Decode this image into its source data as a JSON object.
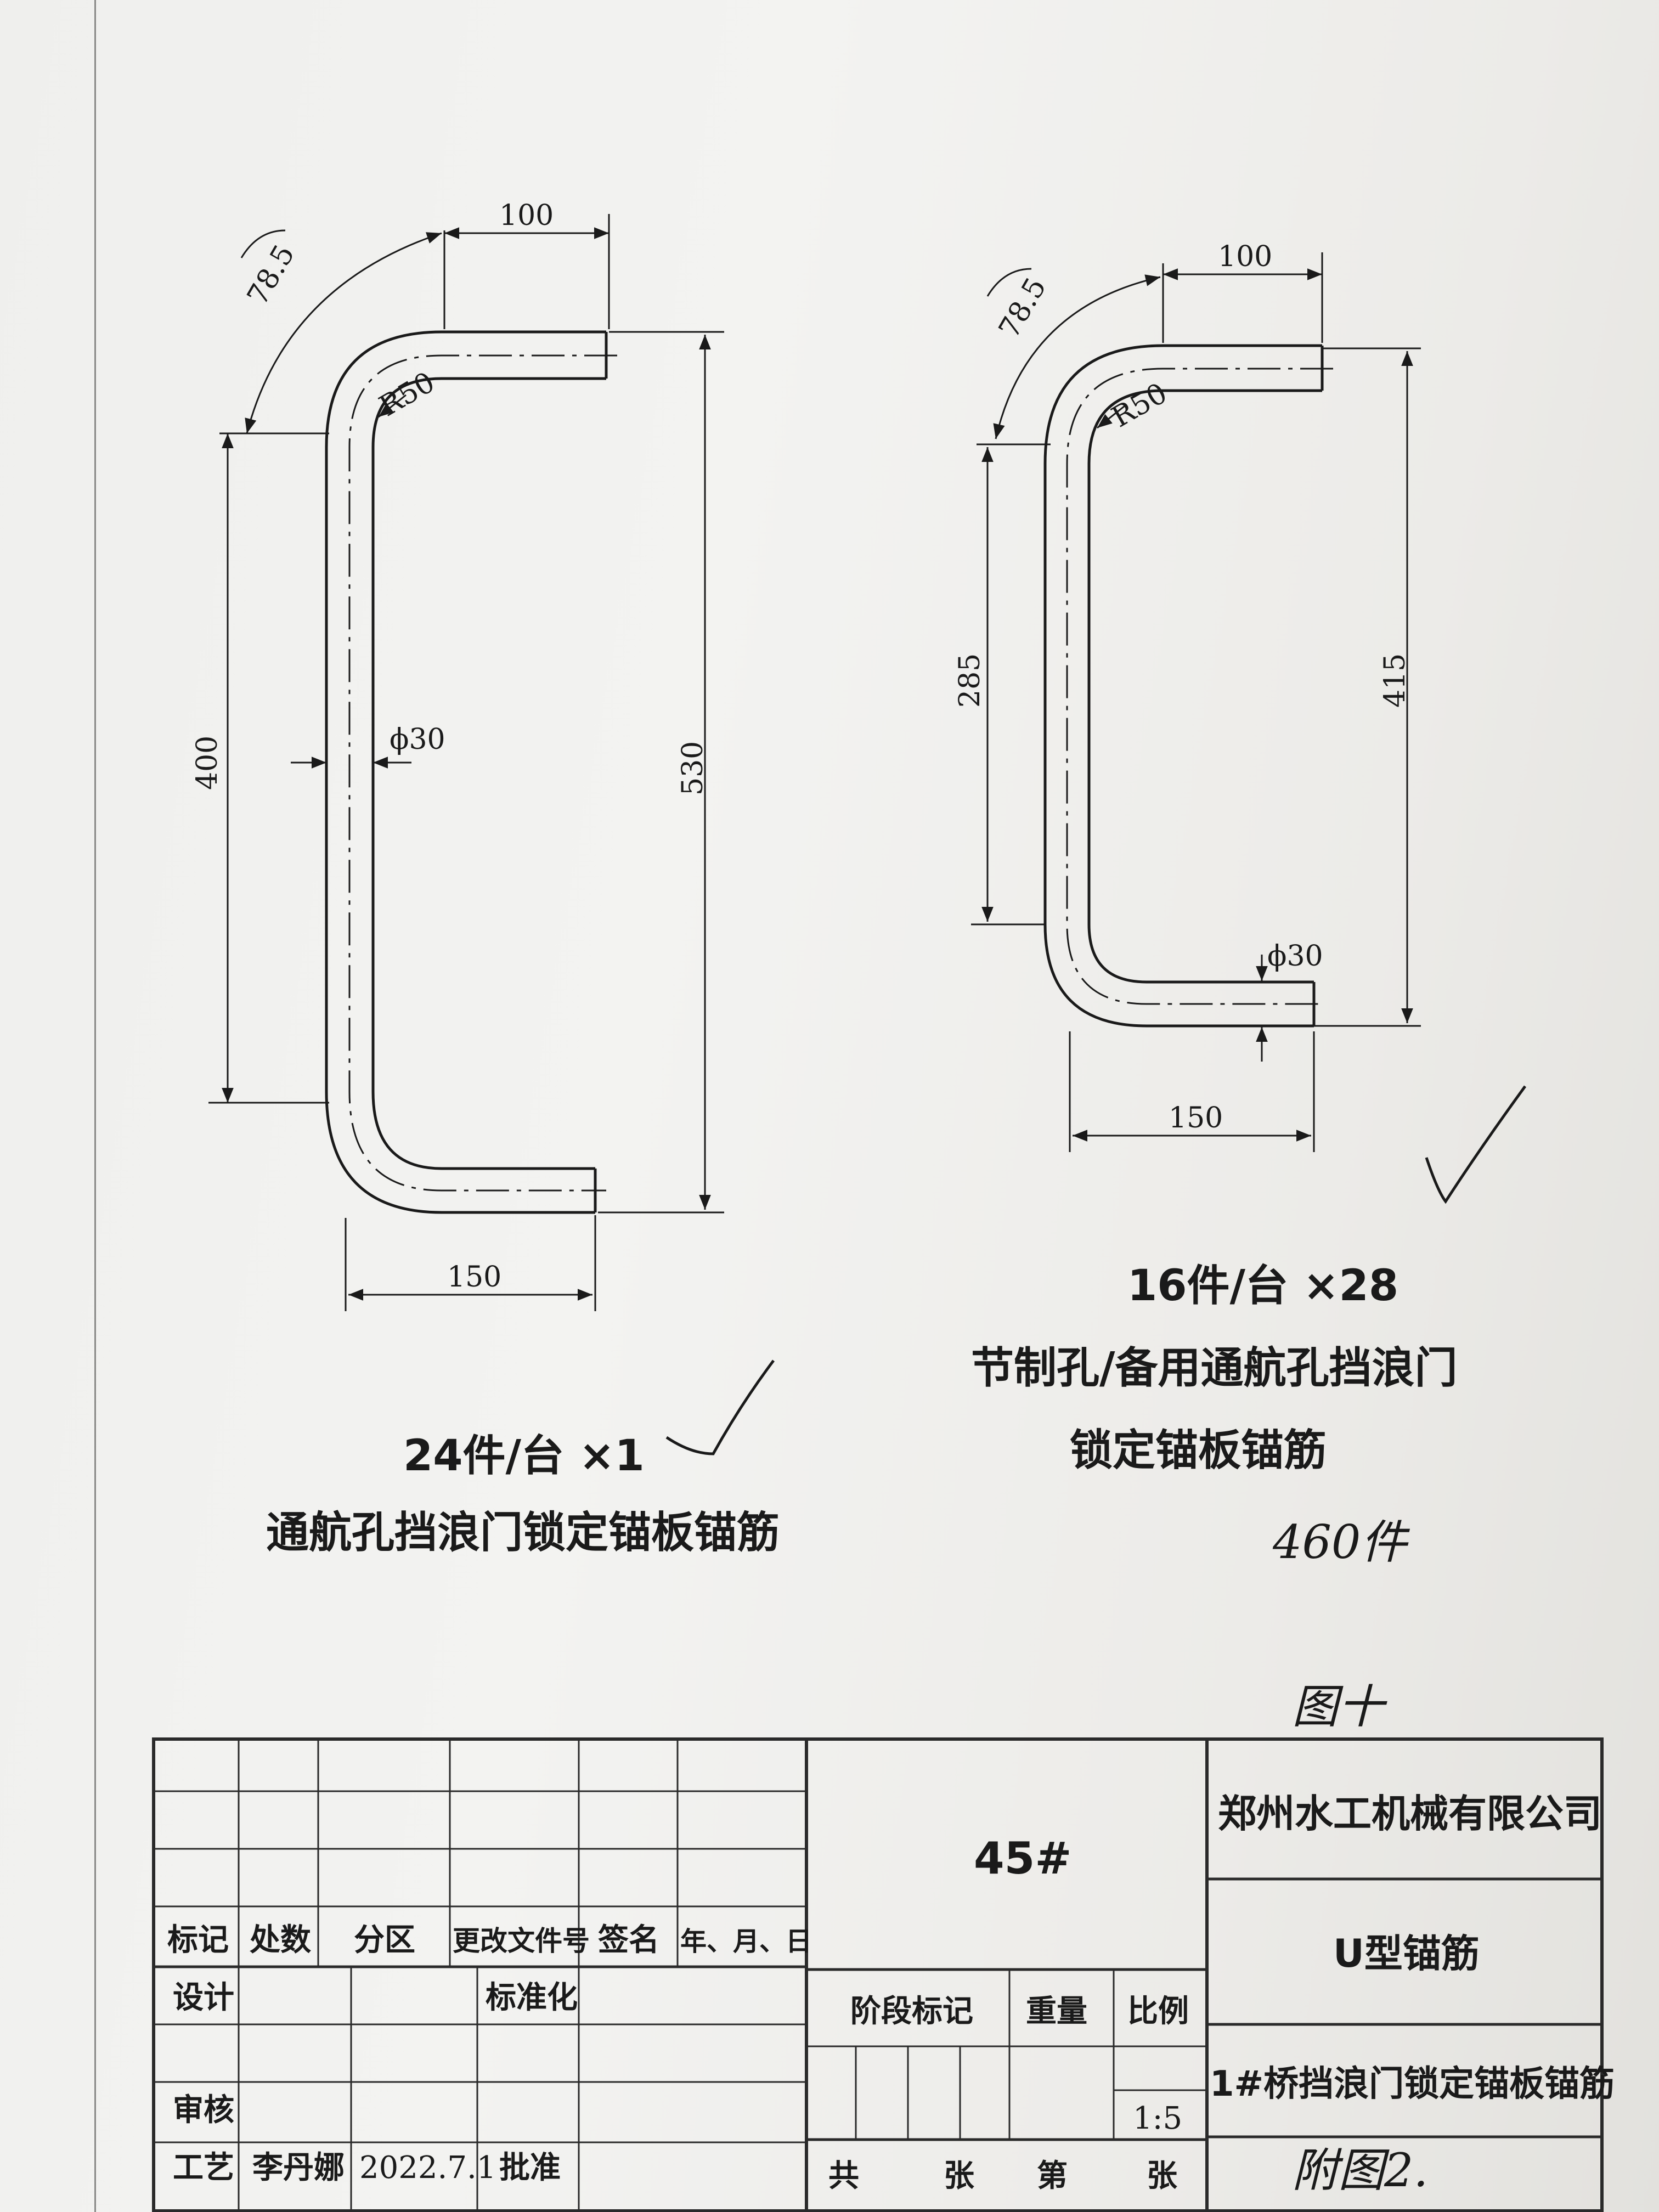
{
  "drawing_left": {
    "dim_top": "100",
    "dim_angle": "78.5",
    "dim_radius": "R50",
    "dim_diameter": "ϕ30",
    "dim_left_height": "400",
    "dim_total_height": "530",
    "dim_bottom": "150",
    "quantity": "24件/台 ×1",
    "part_name": "通航孔挡浪门锁定锚板锚筋"
  },
  "drawing_right": {
    "dim_top": "100",
    "dim_angle": "78.5",
    "dim_radius": "R50",
    "dim_diameter": "ϕ30",
    "dim_left_height": "285",
    "dim_total_height": "415",
    "dim_bottom": "150",
    "quantity": "16件/台 ×28",
    "part_name_line1": "节制孔/备用通航孔挡浪门",
    "part_name_line2": "锁定锚板锚筋",
    "total_note": "460件"
  },
  "figure_note": "图十",
  "title_block": {
    "headers": [
      "标记",
      "处数",
      "分区",
      "更改文件号",
      "签名",
      "年、月、日"
    ],
    "design_label": "设计",
    "standardize_label": "标准化",
    "review_label": "审核",
    "process_label": "工艺",
    "process_name": "李丹娜",
    "process_date": "2022.7.1",
    "approve_label": "批准",
    "material": "45#",
    "stage_label": "阶段标记",
    "weight_label": "重量",
    "scale_label": "比例",
    "scale_value": "1:5",
    "total_label": "共",
    "sheet_unit1": "张",
    "nth_label": "第",
    "sheet_unit2": "张",
    "company": "郑州水工机械有限公司",
    "drawing_title": "U型锚筋",
    "drawing_subtitle": "1#桥挡浪门锁定锚板锚筋",
    "appendix_note": "附图2."
  },
  "colors": {
    "ink": "#1a1a1a",
    "paper": "#f0f0ee",
    "frame": "#2a2a2a"
  }
}
